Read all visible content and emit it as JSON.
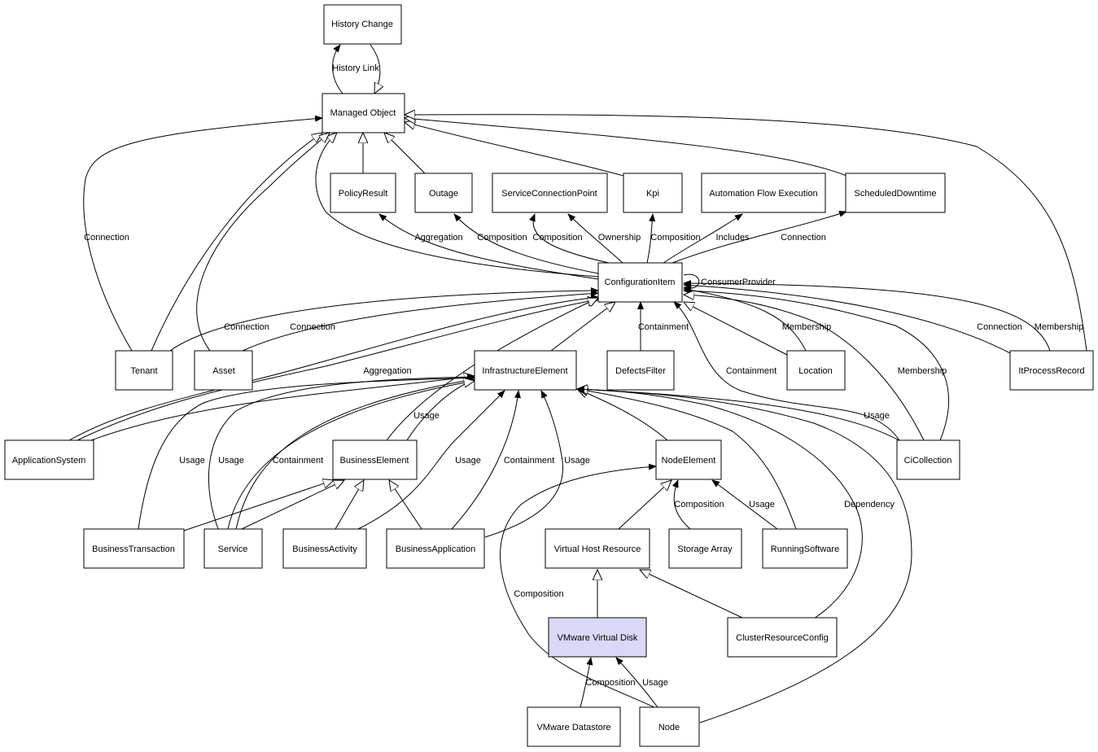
{
  "highlight_color": "#d9d9f7",
  "nodes": {
    "history_change": "History Change",
    "managed_object": "Managed Object",
    "policy_result": "PolicyResult",
    "outage": "Outage",
    "service_connection_point": "ServiceConnectionPoint",
    "kpi": "Kpi",
    "automation_flow_execution": "Automation Flow Execution",
    "scheduled_downtime": "ScheduledDowntime",
    "configuration_item": "ConfigurationItem",
    "tenant": "Tenant",
    "asset": "Asset",
    "infrastructure_element": "InfrastructureElement",
    "defects_filter": "DefectsFilter",
    "location": "Location",
    "it_process_record": "ItProcessRecord",
    "application_system": "ApplicationSystem",
    "business_element": "BusinessElement",
    "node_element": "NodeElement",
    "ci_collection": "CiCollection",
    "business_transaction": "BusinessTransaction",
    "service": "Service",
    "business_activity": "BusinessActivity",
    "business_application": "BusinessApplication",
    "virtual_host_resource": "Virtual Host Resource",
    "storage_array": "Storage Array",
    "running_software": "RunningSoftware",
    "vmware_virtual_disk": "VMware Virtual Disk",
    "cluster_resource_config": "ClusterResourceConfig",
    "vmware_datastore": "VMware Datastore",
    "node": "Node"
  },
  "edge_labels": {
    "history_link": "History Link",
    "connection_tenant_mo": "Connection",
    "aggregation_policy": "Aggregation",
    "composition_outage": "Composition",
    "composition_scp": "Composition",
    "ownership_scp": "Ownership",
    "composition_kpi": "Composition",
    "includes_afe": "Includes",
    "connection_sd": "Connection",
    "consumer_provider": "ConsumerProvider",
    "connection_tenant_ci": "Connection",
    "connection_asset_ci": "Connection",
    "containment_defects": "Containment",
    "membership_location": "Membership",
    "connection_itpr": "Connection",
    "membership_itpr": "Membership",
    "aggregation_appsys": "Aggregation",
    "containment_cicol_ci": "Containment",
    "membership_cicol": "Membership",
    "usage_be_ie": "Usage",
    "usage_cicol_ie": "Usage",
    "usage_bt": "Usage",
    "usage_service": "Usage",
    "containment_service": "Containment",
    "usage_bact": "Usage",
    "containment_bapp": "Containment",
    "usage_bapp": "Usage",
    "composition_storage": "Composition",
    "usage_running": "Usage",
    "dependency_crc": "Dependency",
    "composition_node_ne": "Composition",
    "composition_datastore": "Composition",
    "usage_node_disk": "Usage"
  }
}
